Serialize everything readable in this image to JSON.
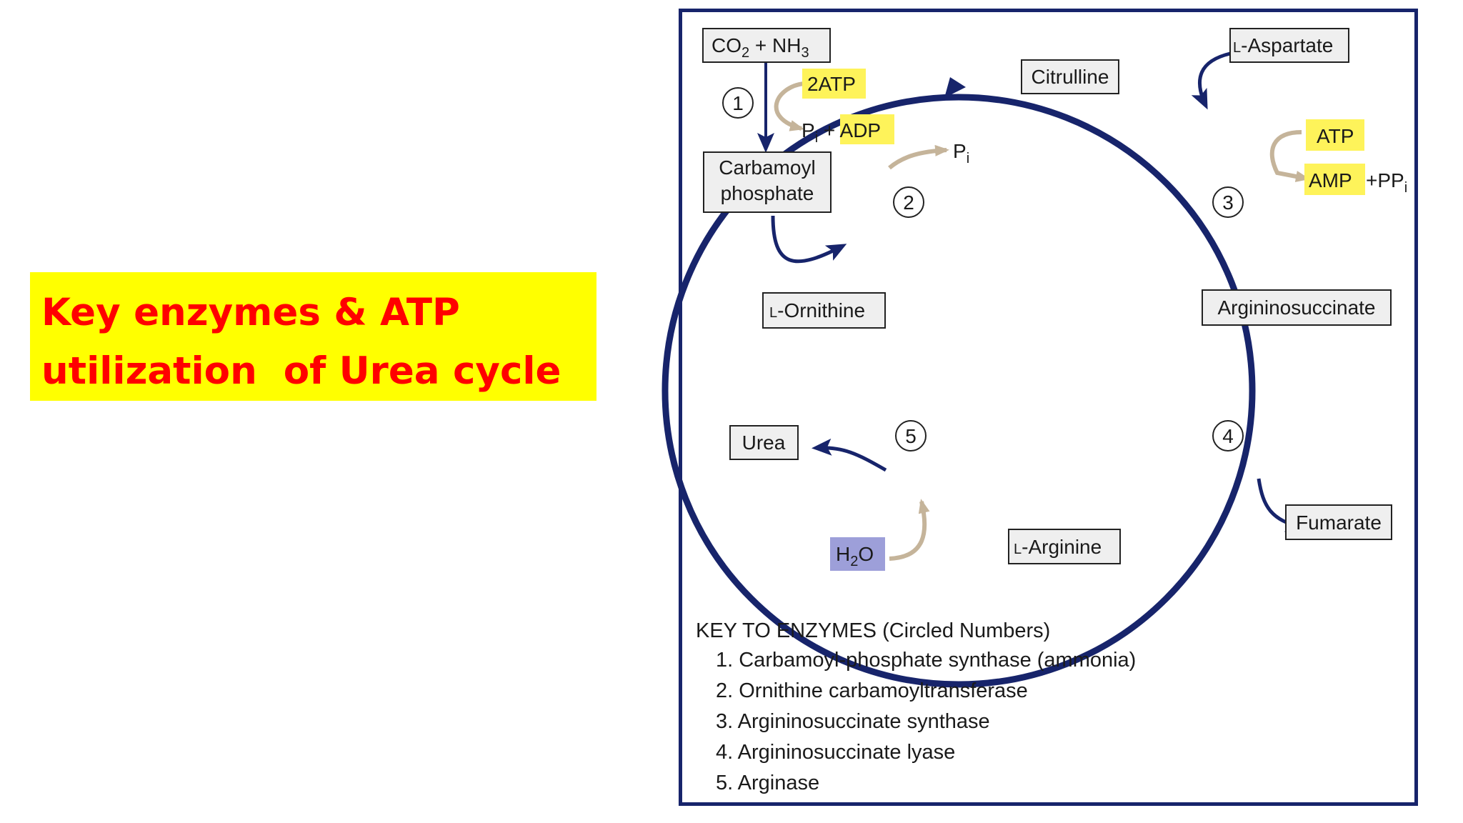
{
  "slide": {
    "title_line1": "Key enzymes & ATP",
    "title_line2": "utilization  of Urea cycle"
  },
  "diagram": {
    "colors": {
      "cycle": "#17246b",
      "side_arrow": "#c5b49a",
      "highlight_atp": "#fef35a",
      "highlight_water": "#9d9fd9"
    },
    "inputs": {
      "co2": "CO",
      "co2_sub": "2",
      "plus_nh": " + NH",
      "nh3_sub": "3"
    },
    "atp2": "2ATP",
    "pi": "P",
    "pi_sub": "i",
    "pi_plus": " + ",
    "adp": "ADP",
    "carbamoyl_line1": "Carbamoyl",
    "carbamoyl_line2": "phosphate",
    "citrulline": "Citrulline",
    "aspartate_prefix": "L",
    "aspartate": "-Aspartate",
    "atp": "ATP",
    "amp": "AMP",
    "ppi": "+PP",
    "ppi_sub": "i",
    "argininosuccinate": "Argininosuccinate",
    "ornithine_prefix": "L",
    "ornithine": "-Ornithine",
    "urea": "Urea",
    "fumarate": "Fumarate",
    "arginine_prefix": "L",
    "arginine": "-Arginine",
    "water_h": "H",
    "water_sub": "2",
    "water_o": "O",
    "enzyme_numbers": [
      "1",
      "2",
      "3",
      "4",
      "5"
    ]
  },
  "key": {
    "heading": "KEY TO ENZYMES (Circled Numbers)",
    "items": [
      "1. Carbamoyl-phosphate synthase (ammonia)",
      "2. Ornithine carbamoyltransferase",
      "3. Argininosuccinate synthase",
      "4. Argininosuccinate lyase",
      "5. Arginase"
    ]
  }
}
